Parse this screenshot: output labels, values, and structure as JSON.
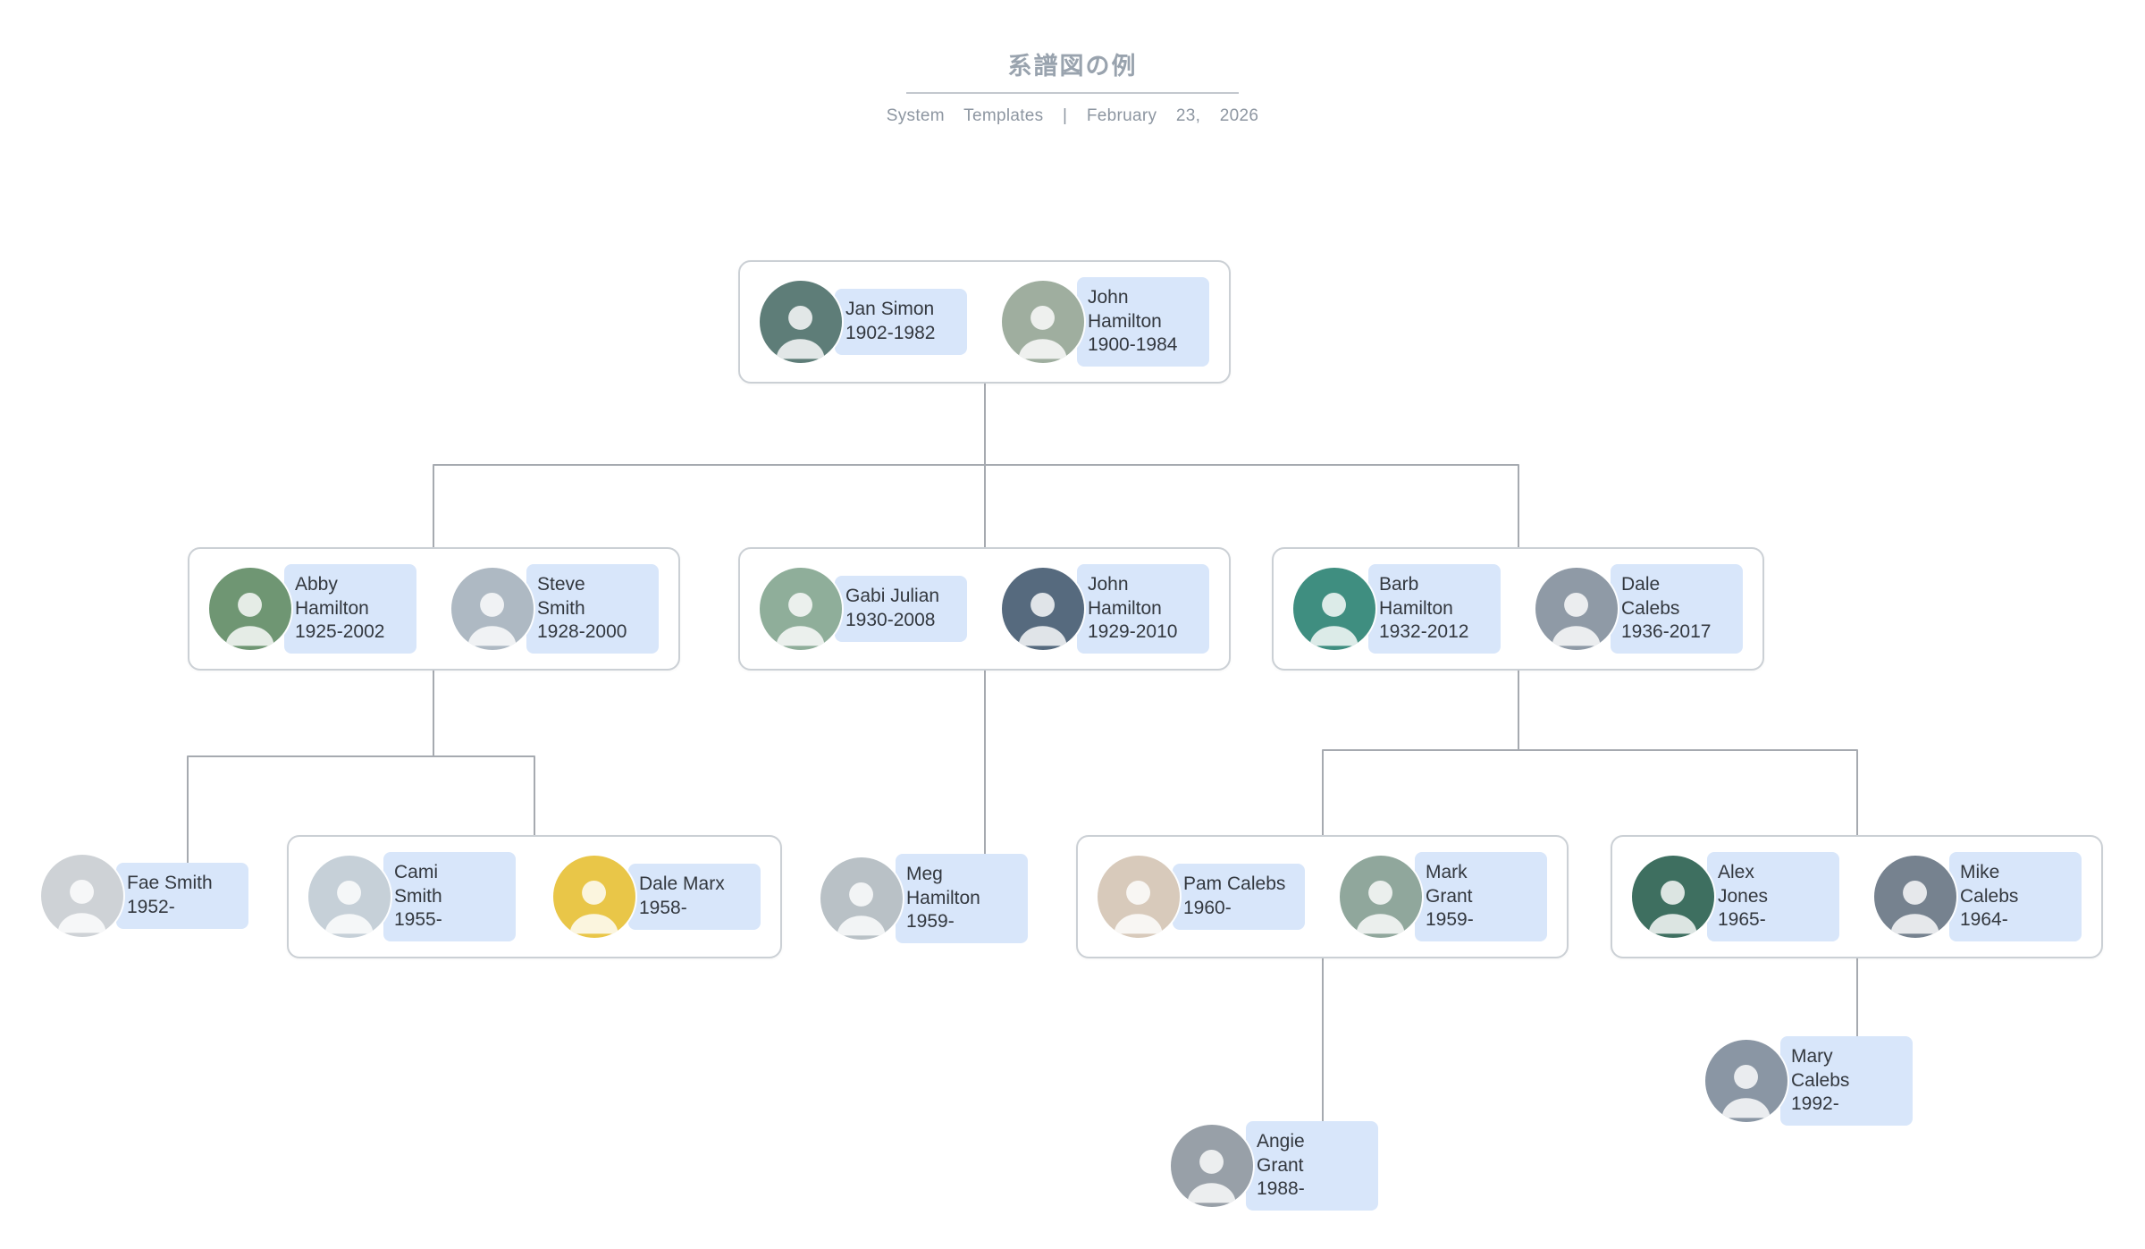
{
  "header": {
    "title": "系譜図の例",
    "subtitle": "System Templates | February 23, 2026"
  },
  "colors": {
    "label_fill": "#d8e6fa",
    "box_border": "#cbd0d5",
    "connector": "#a6aab0",
    "title_text": "#99a3ae"
  },
  "couples": [
    {
      "id": "jan-john",
      "members": [
        {
          "name": "Jan Simon",
          "dates": "1902-1982"
        },
        {
          "name": "John\nHamilton",
          "dates": "1900-1984"
        }
      ]
    },
    {
      "id": "abby-steve",
      "members": [
        {
          "name": "Abby\nHamilton",
          "dates": "1925-2002"
        },
        {
          "name": "Steve\nSmith",
          "dates": "1928-2000"
        }
      ]
    },
    {
      "id": "gabi-john",
      "members": [
        {
          "name": "Gabi Julian",
          "dates": "1930-2008"
        },
        {
          "name": "John\nHamilton",
          "dates": "1929-2010"
        }
      ]
    },
    {
      "id": "barb-dale",
      "members": [
        {
          "name": "Barb\nHamilton",
          "dates": "1932-2012"
        },
        {
          "name": "Dale\nCalebs",
          "dates": "1936-2017"
        }
      ]
    },
    {
      "id": "cami-dale",
      "members": [
        {
          "name": "Cami\nSmith",
          "dates": "1955-"
        },
        {
          "name": "Dale Marx",
          "dates": "1958-"
        }
      ]
    },
    {
      "id": "pam-mark",
      "members": [
        {
          "name": "Pam Calebs",
          "dates": "1960-"
        },
        {
          "name": "Mark\nGrant",
          "dates": "1959-"
        }
      ]
    },
    {
      "id": "alex-mike",
      "members": [
        {
          "name": "Alex\nJones",
          "dates": "1965-"
        },
        {
          "name": "Mike\nCalebs",
          "dates": "1964-"
        }
      ]
    }
  ],
  "singles": [
    {
      "id": "fae",
      "name": "Fae Smith",
      "dates": "1952-"
    },
    {
      "id": "meg",
      "name": "Meg\nHamilton",
      "dates": "1959-"
    },
    {
      "id": "angie",
      "name": "Angie\nGrant",
      "dates": "1988-"
    },
    {
      "id": "mary",
      "name": "Mary\nCalebs",
      "dates": "1992-"
    }
  ]
}
